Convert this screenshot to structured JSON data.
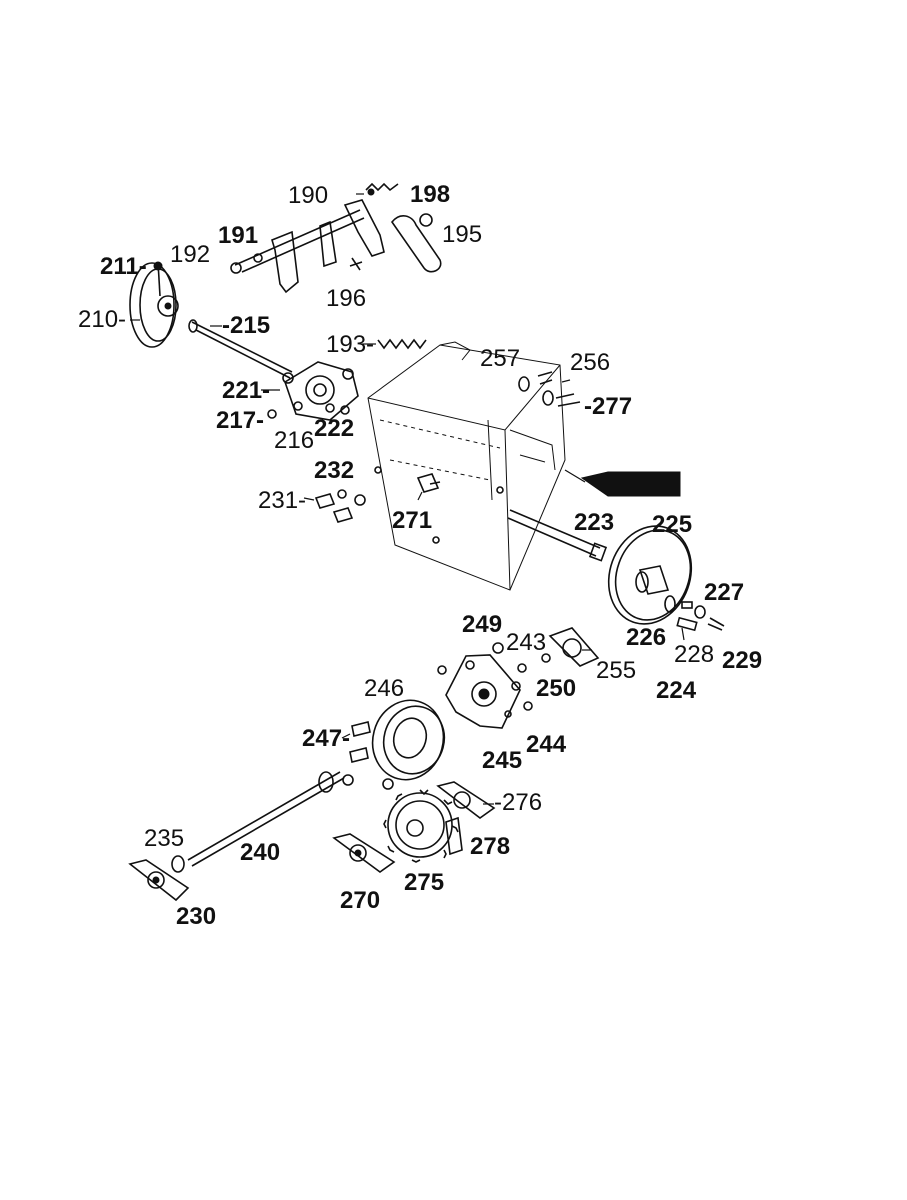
{
  "header_text": "",
  "footer_text": "",
  "diagram": {
    "callouts": [
      {
        "id": "190",
        "text": "190",
        "bold": false
      },
      {
        "id": "198",
        "text": "198",
        "bold": true
      },
      {
        "id": "191",
        "text": "191",
        "bold": true
      },
      {
        "id": "195",
        "text": "195",
        "bold": false
      },
      {
        "id": "211",
        "text": "211-",
        "bold": true
      },
      {
        "id": "192",
        "text": "192",
        "bold": false
      },
      {
        "id": "196",
        "text": "196",
        "bold": false
      },
      {
        "id": "210",
        "text": "210-",
        "bold": false
      },
      {
        "id": "215",
        "text": "-215",
        "bold": true
      },
      {
        "id": "193",
        "text": "193-",
        "bold": false
      },
      {
        "id": "257",
        "text": "257",
        "bold": false
      },
      {
        "id": "256",
        "text": "256",
        "bold": false
      },
      {
        "id": "221",
        "text": "221-",
        "bold": true
      },
      {
        "id": "277",
        "text": "-277",
        "bold": true
      },
      {
        "id": "217",
        "text": "217-",
        "bold": true
      },
      {
        "id": "222",
        "text": "222",
        "bold": true
      },
      {
        "id": "216",
        "text": "216",
        "bold": false
      },
      {
        "id": "232",
        "text": "232",
        "bold": true
      },
      {
        "id": "231",
        "text": "231-",
        "bold": false
      },
      {
        "id": "271",
        "text": "271",
        "bold": true
      },
      {
        "id": "223",
        "text": "223",
        "bold": true
      },
      {
        "id": "225",
        "text": "225",
        "bold": true
      },
      {
        "id": "227",
        "text": "227",
        "bold": true
      },
      {
        "id": "249",
        "text": "249",
        "bold": true
      },
      {
        "id": "243",
        "text": "243",
        "bold": false
      },
      {
        "id": "226",
        "text": "226",
        "bold": true
      },
      {
        "id": "228",
        "text": "228",
        "bold": false
      },
      {
        "id": "229",
        "text": "229",
        "bold": true
      },
      {
        "id": "255",
        "text": "255",
        "bold": false
      },
      {
        "id": "250",
        "text": "250",
        "bold": true
      },
      {
        "id": "224",
        "text": "224",
        "bold": true
      },
      {
        "id": "246",
        "text": "246",
        "bold": false
      },
      {
        "id": "247",
        "text": "247-",
        "bold": true
      },
      {
        "id": "245",
        "text": "245",
        "bold": true
      },
      {
        "id": "244",
        "text": "244",
        "bold": true
      },
      {
        "id": "276",
        "text": "-276",
        "bold": false
      },
      {
        "id": "235",
        "text": "235",
        "bold": false
      },
      {
        "id": "240",
        "text": "240",
        "bold": true
      },
      {
        "id": "278",
        "text": "278",
        "bold": true
      },
      {
        "id": "275",
        "text": "275",
        "bold": true
      },
      {
        "id": "270",
        "text": "270",
        "bold": true
      },
      {
        "id": "230",
        "text": "230",
        "bold": true
      }
    ]
  }
}
